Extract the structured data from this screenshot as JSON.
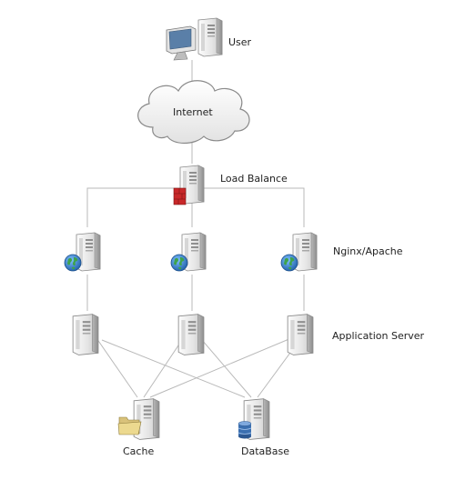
{
  "nodes": {
    "user": {
      "label": "User"
    },
    "internet": {
      "label": "Internet"
    },
    "load_balance": {
      "label": "Load Balance"
    },
    "web_servers": {
      "label": "Nginx/Apache"
    },
    "app_servers": {
      "label": "Application Server"
    },
    "cache": {
      "label": "Cache"
    },
    "database": {
      "label": "DataBase"
    }
  },
  "colors": {
    "line": "#b9b9b9",
    "server_light": "#eeeeee",
    "server_dark": "#9a9a9a",
    "firewall": "#c8282a",
    "globe_blue": "#2f79c4",
    "globe_green": "#3fa34a",
    "monitor_screen": "#5a7fa8",
    "folder": "#e9d58a",
    "database": "#3b6fb0"
  },
  "icons": {
    "user": "desktop-computer-icon",
    "internet": "cloud-icon",
    "load_balance": "server-firewall-icon",
    "web_server": "server-globe-icon",
    "app_server": "server-icon",
    "cache": "server-folder-icon",
    "database": "server-database-icon"
  }
}
